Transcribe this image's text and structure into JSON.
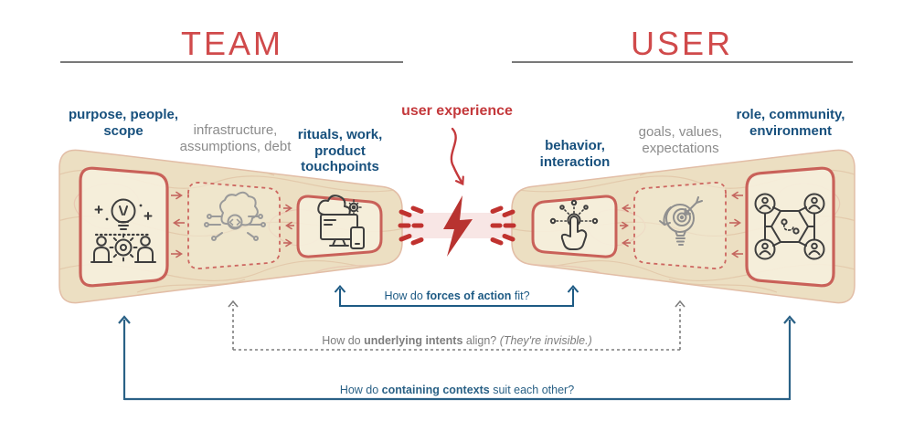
{
  "team": {
    "title": "TEAM",
    "stages": [
      {
        "label": "purpose, people, scope",
        "icon": "idea-people-icon",
        "emphasis": "strong",
        "box": "solid"
      },
      {
        "label": "infrastructure, assumptions, debt",
        "icon": "brain-circuit-icon",
        "emphasis": "muted",
        "box": "dashed"
      },
      {
        "label": "rituals, work, product touchpoints",
        "icon": "devices-cloud-icon",
        "emphasis": "strong",
        "box": "solid"
      }
    ]
  },
  "user": {
    "title": "USER",
    "stages": [
      {
        "label": "behavior, interaction",
        "icon": "touch-interaction-icon",
        "emphasis": "strong",
        "box": "solid"
      },
      {
        "label": "goals, values, expectations",
        "icon": "goal-target-bulb-icon",
        "emphasis": "muted",
        "box": "dashed"
      },
      {
        "label": "role, community, environment",
        "icon": "community-network-icon",
        "emphasis": "strong",
        "box": "solid"
      }
    ]
  },
  "center": {
    "label": "user experience",
    "icon": "lightning-clash-icon"
  },
  "questions": [
    {
      "pre": "How do ",
      "bold": "forces of action",
      "post": " fit?",
      "note": ""
    },
    {
      "pre": "How do ",
      "bold": "underlying intents",
      "post": " align? ",
      "note": "(They're invisible.)"
    },
    {
      "pre": "How do ",
      "bold": "containing contexts",
      "post": " suit each other?",
      "note": ""
    }
  ],
  "colors": {
    "heading_red": "#d04a4b",
    "accent_red": "#c4393c",
    "box_stroke_red": "#c96159",
    "funnel_fill": "#ecdfc2",
    "emphasis_blue": "#17507d",
    "muted_gray": "#8c8c8c",
    "bracket_blue": "#1d5a84",
    "band_pink": "#f8e6e5"
  }
}
